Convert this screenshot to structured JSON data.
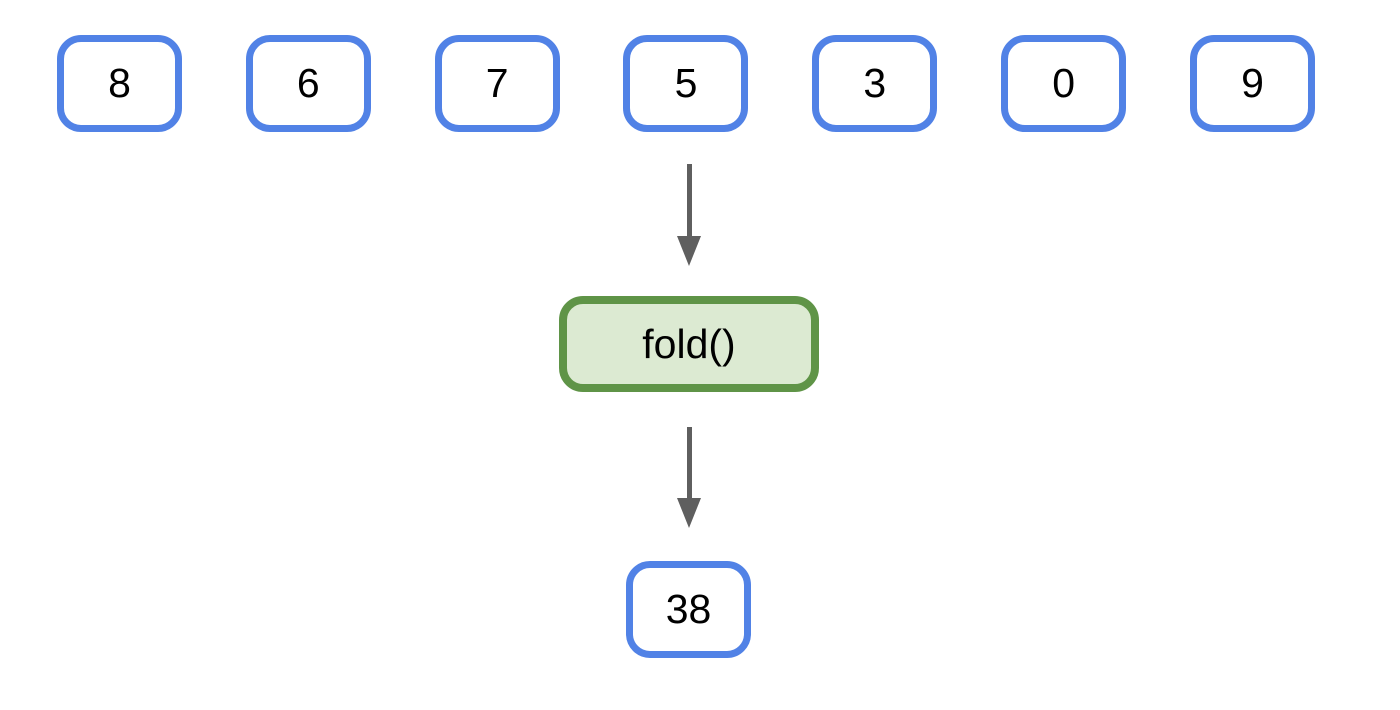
{
  "diagram": {
    "description": "fold operation diagram: list of numbers reduced to a single value",
    "input_values": [
      "8",
      "6",
      "7",
      "5",
      "3",
      "0",
      "9"
    ],
    "operation_label": "fold()",
    "output_value": "38",
    "colors": {
      "input_border": "#5182e6",
      "operation_border": "#5f9447",
      "operation_fill": "#dcead2",
      "arrow": "#5f5f5f",
      "text": "#000000",
      "background": "#ffffff"
    }
  }
}
